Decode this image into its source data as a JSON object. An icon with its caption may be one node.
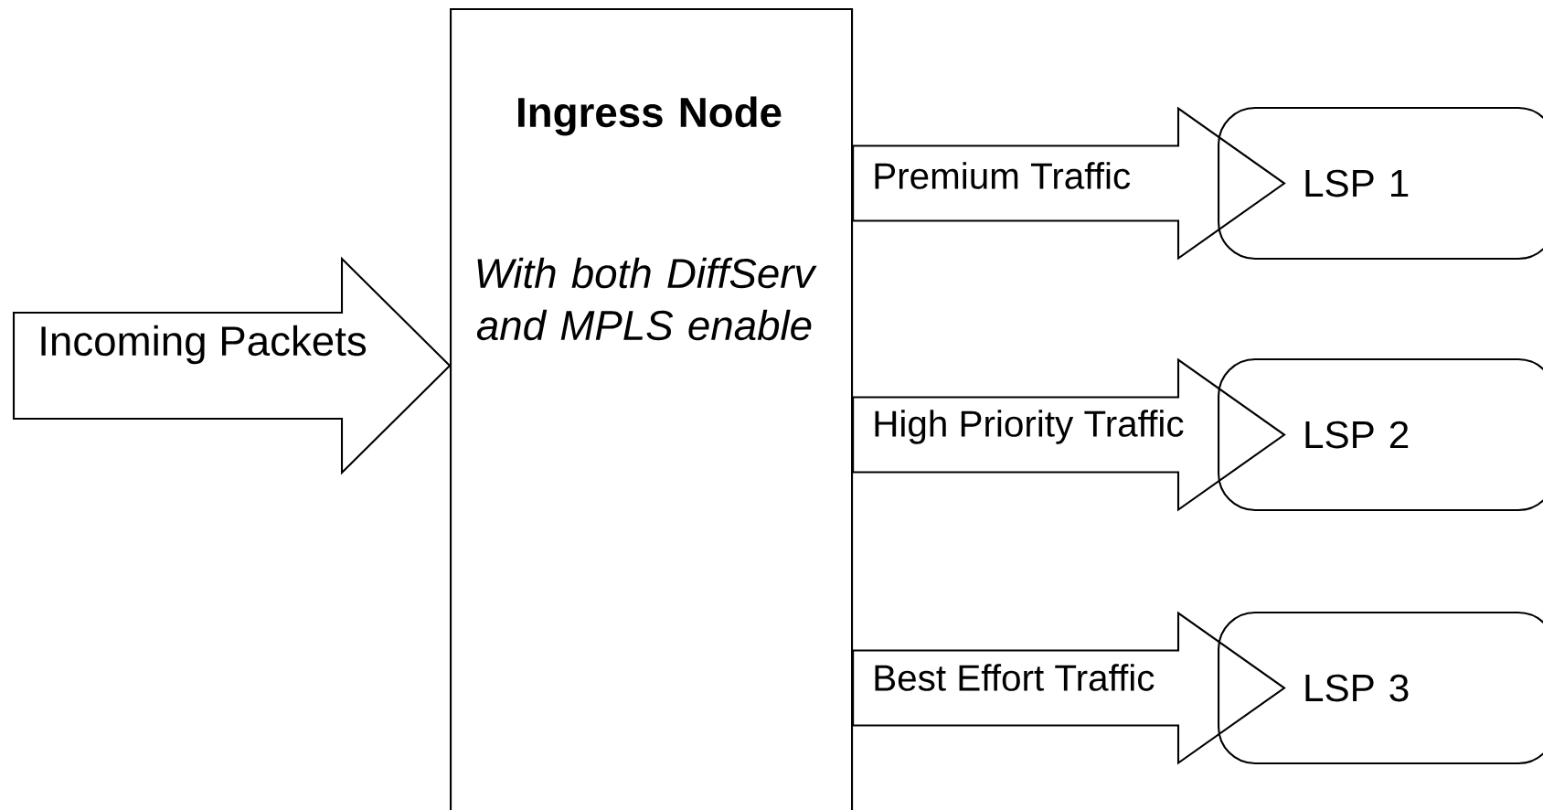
{
  "diagram": {
    "nodes": [
      {
        "text": [
          "Ingress Node",
          "With both DiffServ and MPLS enable"
        ]
      },
      {
        "text": [
          "LSP 1"
        ]
      },
      {
        "text": [
          "LSP 2"
        ]
      },
      {
        "text": [
          "LSP 3"
        ]
      }
    ],
    "edges": [
      {
        "from": null,
        "to": 0,
        "arrow": "to",
        "label": "Incoming Packets"
      },
      {
        "from": 0,
        "to": 1,
        "arrow": "to",
        "label": "Premium Traffic"
      },
      {
        "from": 0,
        "to": 2,
        "arrow": "to",
        "label": "High Priority Traffic"
      },
      {
        "from": 0,
        "to": 3,
        "arrow": "to",
        "label": "Best Effort Traffic"
      }
    ]
  }
}
